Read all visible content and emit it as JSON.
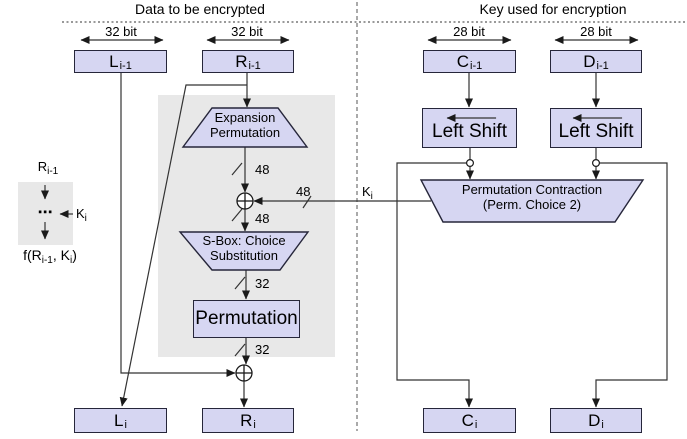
{
  "headers": {
    "left": "Data to be encrypted",
    "right": "Key used for encryption"
  },
  "bit_widths": {
    "l_prev": "32 bit",
    "r_prev": "32 bit",
    "c_prev": "28 bit",
    "d_prev": "28 bit"
  },
  "registers": {
    "l_prev": {
      "main": "L",
      "sub": "i-1"
    },
    "r_prev": {
      "main": "R",
      "sub": "i-1"
    },
    "c_prev": {
      "main": "C",
      "sub": "i-1"
    },
    "d_prev": {
      "main": "D",
      "sub": "i-1"
    },
    "l_next": {
      "main": "L",
      "sub": "i"
    },
    "r_next": {
      "main": "R",
      "sub": "i"
    },
    "c_next": {
      "main": "C",
      "sub": "i"
    },
    "d_next": {
      "main": "D",
      "sub": "i"
    }
  },
  "blocks": {
    "expansion_line1": "Expansion",
    "expansion_line2": "Permutation",
    "sbox_line1": "S-Box: Choice",
    "sbox_line2": "Substitution",
    "permutation": "Permutation",
    "left_shift_c": "Left Shift",
    "left_shift_d": "Left Shift",
    "perm_contraction_line1": "Permutation Contraction",
    "perm_contraction_line2": "(Perm. Choice 2)"
  },
  "wire_labels": {
    "expansion_out": "48",
    "key_in": "48",
    "xor_out": "48",
    "sbox_out": "32",
    "permutation_out": "32",
    "key": {
      "main": "K",
      "sub": "i"
    }
  },
  "legend": {
    "input": {
      "main": "R",
      "sub": "i-1"
    },
    "dots": "⋯",
    "key": {
      "main": "K",
      "sub": "i"
    },
    "output": {
      "p1": "f(R",
      "s1": "i-1",
      "p2": ", K",
      "s2": "i",
      "p3": ")"
    }
  },
  "colors": {
    "register_fill": "#d6d6f2",
    "register_border": "#26263a",
    "panel_gray": "#e8e8e8",
    "wire": "#333333"
  }
}
